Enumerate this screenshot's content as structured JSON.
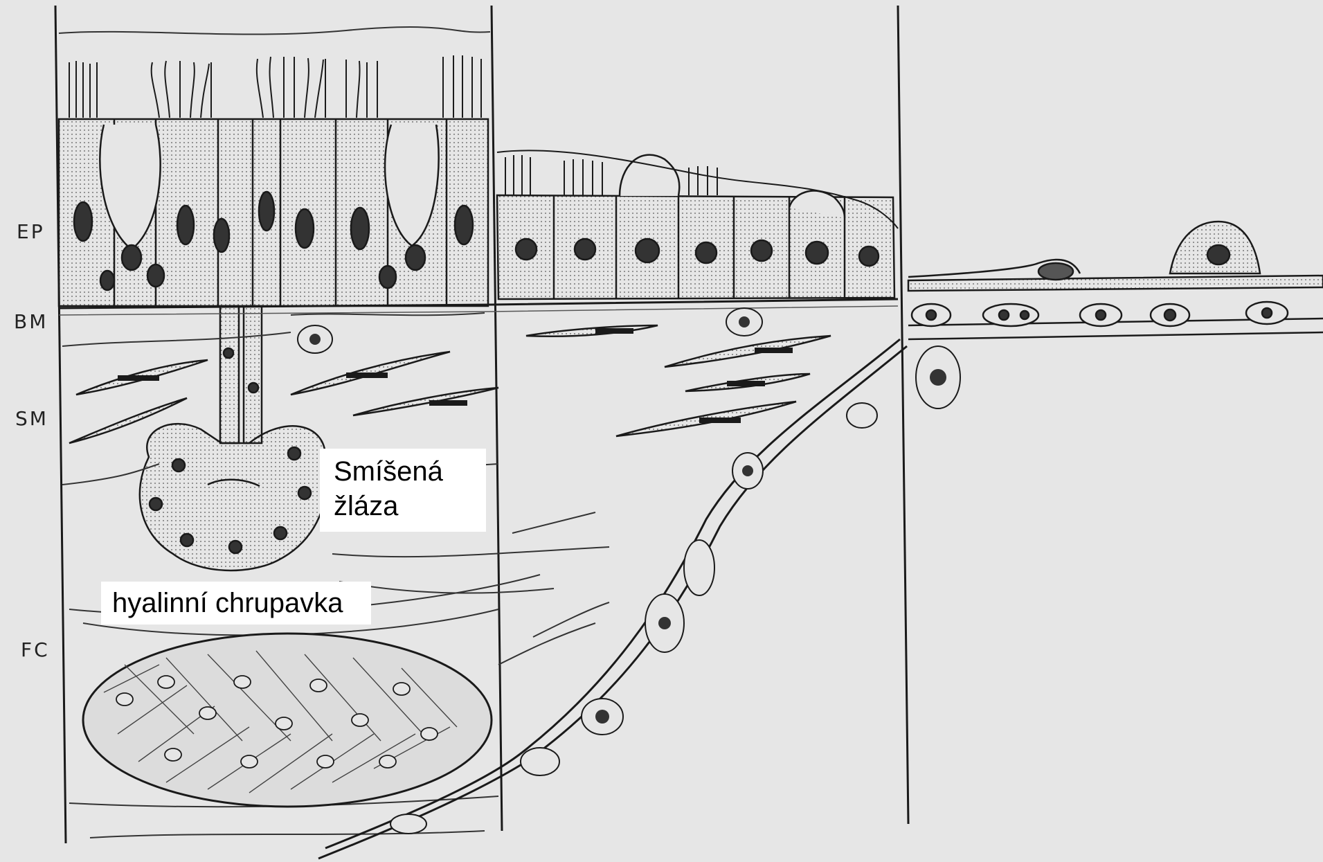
{
  "side_labels": {
    "ep": "EP",
    "bm": "BM",
    "sm": "SM",
    "fc": "FC"
  },
  "callouts": {
    "gland": {
      "line1": "Smíšená",
      "line2": "žláza"
    },
    "cartilage": "hyalinní chrupavka"
  },
  "colors": {
    "background": "#e6e6e6",
    "ink": "#1a1a1a",
    "callout_fill": "#ffffff"
  }
}
